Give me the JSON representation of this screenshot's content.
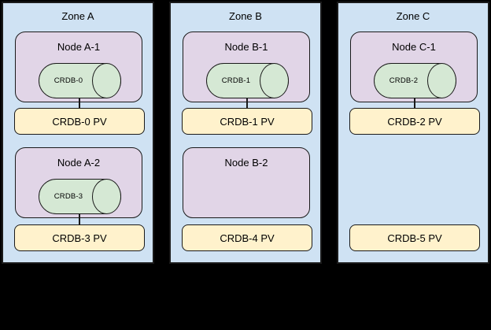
{
  "diagram": {
    "description": "CockroachDB pods on Kubernetes nodes across availability zones with persistent volumes",
    "colors": {
      "background": "#000000",
      "zone_fill": "#cfe2f3",
      "node_fill": "#e1d5e7",
      "pod_fill": "#d5e8d4",
      "pv_fill": "#fff2cc",
      "stroke": "#1a1a1a"
    },
    "zones": [
      {
        "title": "Zone A",
        "nodes": [
          {
            "label": "Node A-1",
            "pod": "CRDB-0"
          },
          {
            "label": "Node A-2",
            "pod": "CRDB-3"
          }
        ],
        "pvs": [
          "CRDB-0 PV",
          "CRDB-3 PV"
        ],
        "connectors": [
          "CRDB-0 to CRDB-0 PV",
          "CRDB-3 to CRDB-3 PV"
        ]
      },
      {
        "title": "Zone B",
        "nodes": [
          {
            "label": "Node B-1",
            "pod": "CRDB-1"
          },
          {
            "label": "Node B-2",
            "pod": null
          }
        ],
        "pvs": [
          "CRDB-1 PV",
          "CRDB-4 PV"
        ],
        "connectors": [
          "CRDB-1 to CRDB-1 PV"
        ]
      },
      {
        "title": "Zone C",
        "nodes": [
          {
            "label": "Node C-1",
            "pod": "CRDB-2"
          }
        ],
        "pvs": [
          "CRDB-2 PV",
          "CRDB-5 PV"
        ],
        "connectors": [
          "CRDB-2 to CRDB-2 PV"
        ]
      }
    ]
  }
}
